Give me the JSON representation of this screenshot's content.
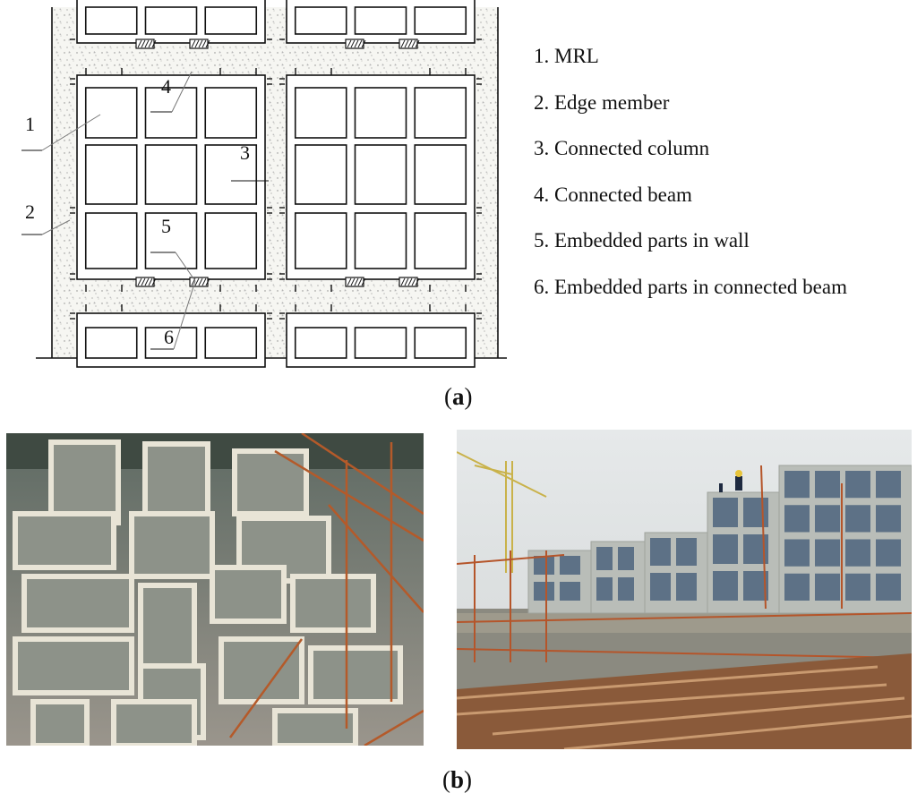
{
  "figure": {
    "labels": [
      "1",
      "2",
      "3",
      "4",
      "5",
      "6"
    ],
    "legend": [
      "1. MRL",
      "2. Edge member",
      "3. Connected column",
      "4. Connected beam",
      "5. Embedded parts in wall",
      "6. Embedded parts in connected beam"
    ],
    "caption_a": "a",
    "caption_b": "b",
    "colors": {
      "ink": "#111111",
      "concrete_fill": "#f4f4f0",
      "stipple": "#9a9a9a"
    }
  }
}
